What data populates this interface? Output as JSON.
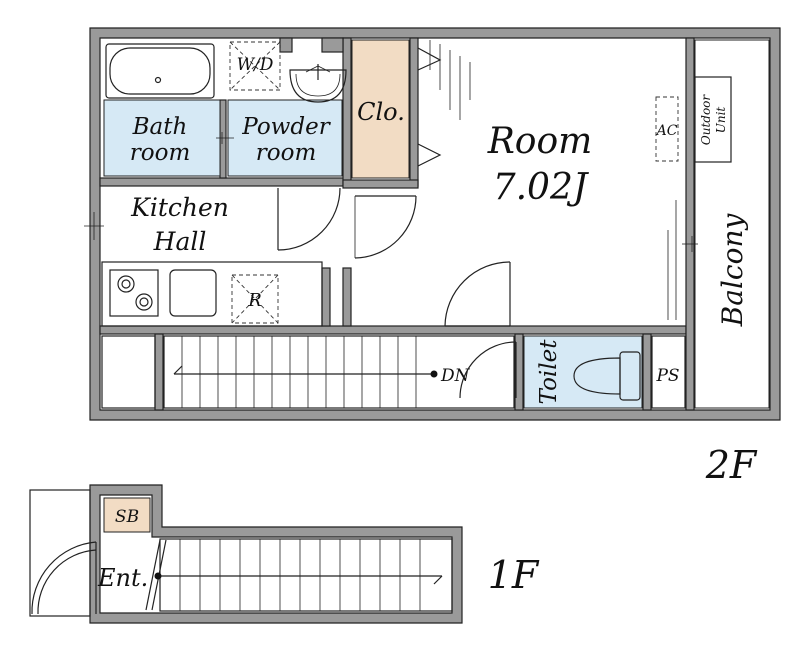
{
  "rooms": {
    "bath": "Bath",
    "bath_line2": "room",
    "wd": "W/D",
    "powder": "Powder",
    "powder_line2": "room",
    "closet": "Clo.",
    "room": "Room",
    "room_size": "7.02J",
    "kitchen": "Kitchen",
    "kitchen_line2": "Hall",
    "refrigerator": "R",
    "ac": "AC",
    "outdoor_unit": "Outdoor",
    "outdoor_unit_line2": "Unit",
    "balcony": "Balcony",
    "toilet": "Toilet",
    "ps": "PS",
    "stairs_down": "DN",
    "switchboard": "SB",
    "entrance": "Ent."
  },
  "floors": {
    "upper": "2F",
    "lower": "1F"
  },
  "colors": {
    "wet_area": "#d6e9f5",
    "closet": "#f2dcc4",
    "switchboard": "#f2dcc4",
    "wall": "#9a9a9a"
  }
}
